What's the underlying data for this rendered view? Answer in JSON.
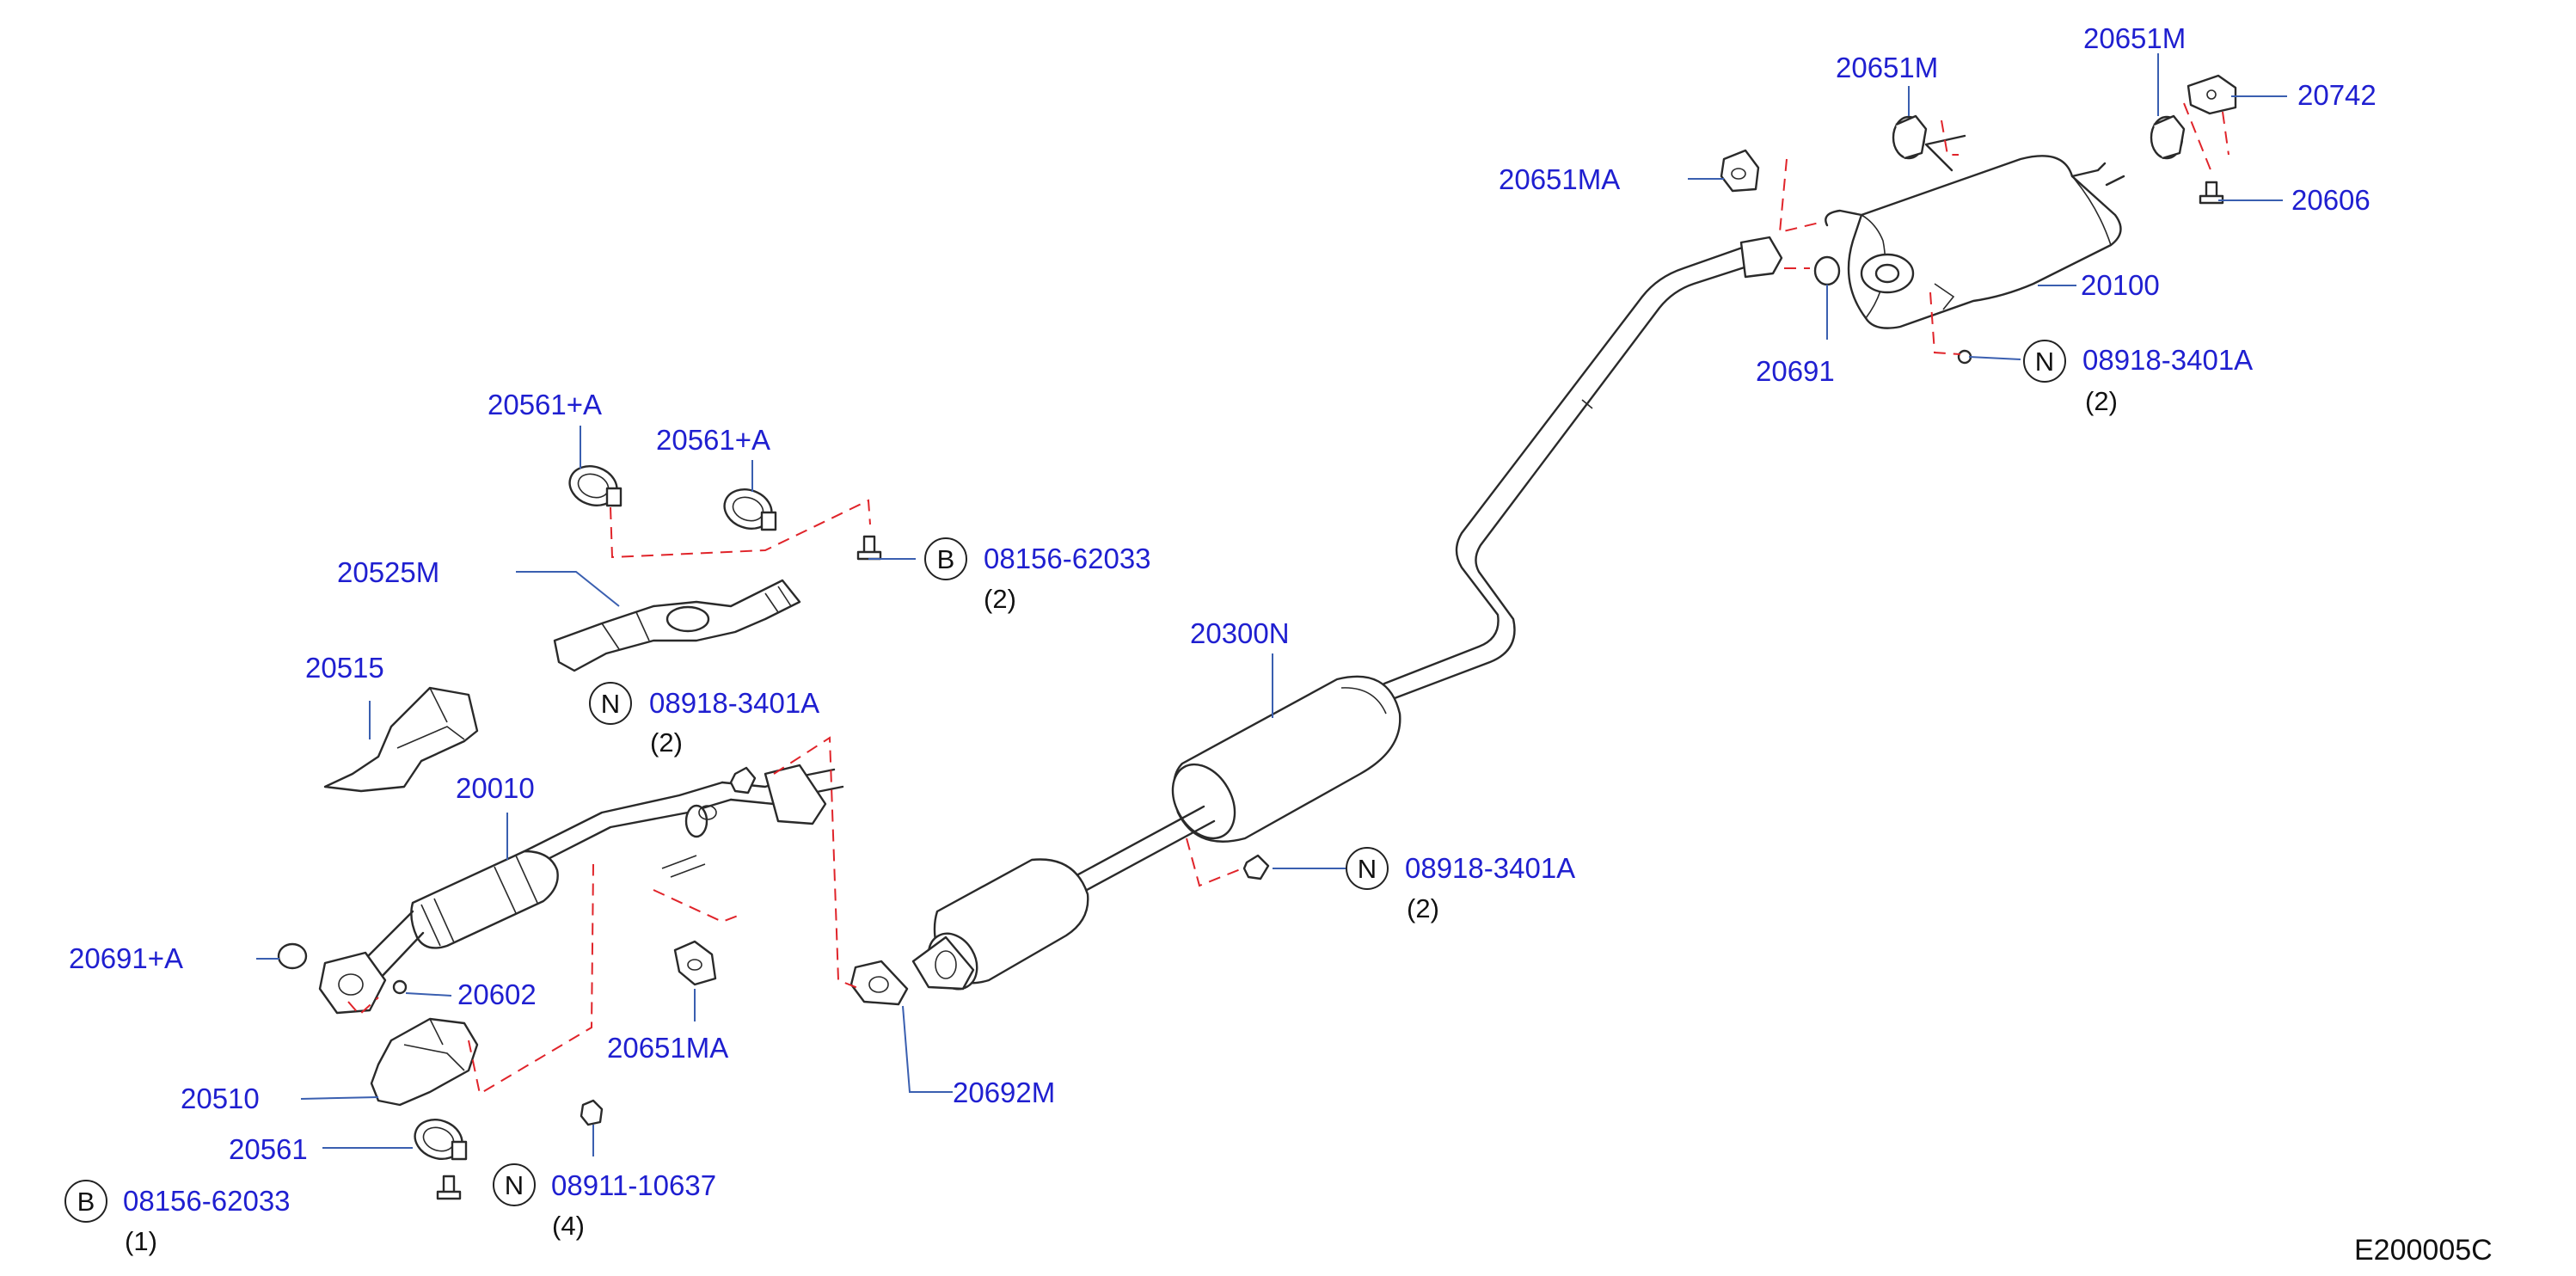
{
  "colors": {
    "callout_text": "#1f1fd0",
    "leader_line": "#3a5fb0",
    "dashed_line": "#e0242a",
    "part_outline": "#2a2a2a",
    "plain_text": "#111111"
  },
  "callouts": {
    "c20651M_a": "20651M",
    "c20651M_b": "20651M",
    "c20742": "20742",
    "c20651MA_top": "20651MA",
    "c20606": "20606",
    "c20100": "20100",
    "c20691": "20691",
    "c08918_top": "08918-3401A",
    "c20561A_a": "20561+A",
    "c20561A_b": "20561+A",
    "c08156_top": "08156-62033",
    "c20525M": "20525M",
    "c20300N": "20300N",
    "c20515": "20515",
    "c08918_mid": "08918-3401A",
    "c20010": "20010",
    "c08918_right": "08918-3401A",
    "c20691A": "20691+A",
    "c20602": "20602",
    "c20651MA_bottom": "20651MA",
    "c20692M": "20692M",
    "c20510": "20510",
    "c20561": "20561",
    "c08911": "08911-10637",
    "c08156_bottom": "08156-62033"
  },
  "quantities": {
    "q_top": "(2)",
    "q_08156_top": "(2)",
    "q_08918_mid": "(2)",
    "q_08918_right": "(2)",
    "q_08911": "(4)",
    "q_08156_bottom": "(1)"
  },
  "badges": {
    "b_top": "N",
    "b_08156_top": "B",
    "b_08918_mid": "N",
    "b_08918_right": "N",
    "b_08911": "N",
    "b_08156_bottom": "B"
  },
  "figure_code": "E200005C"
}
